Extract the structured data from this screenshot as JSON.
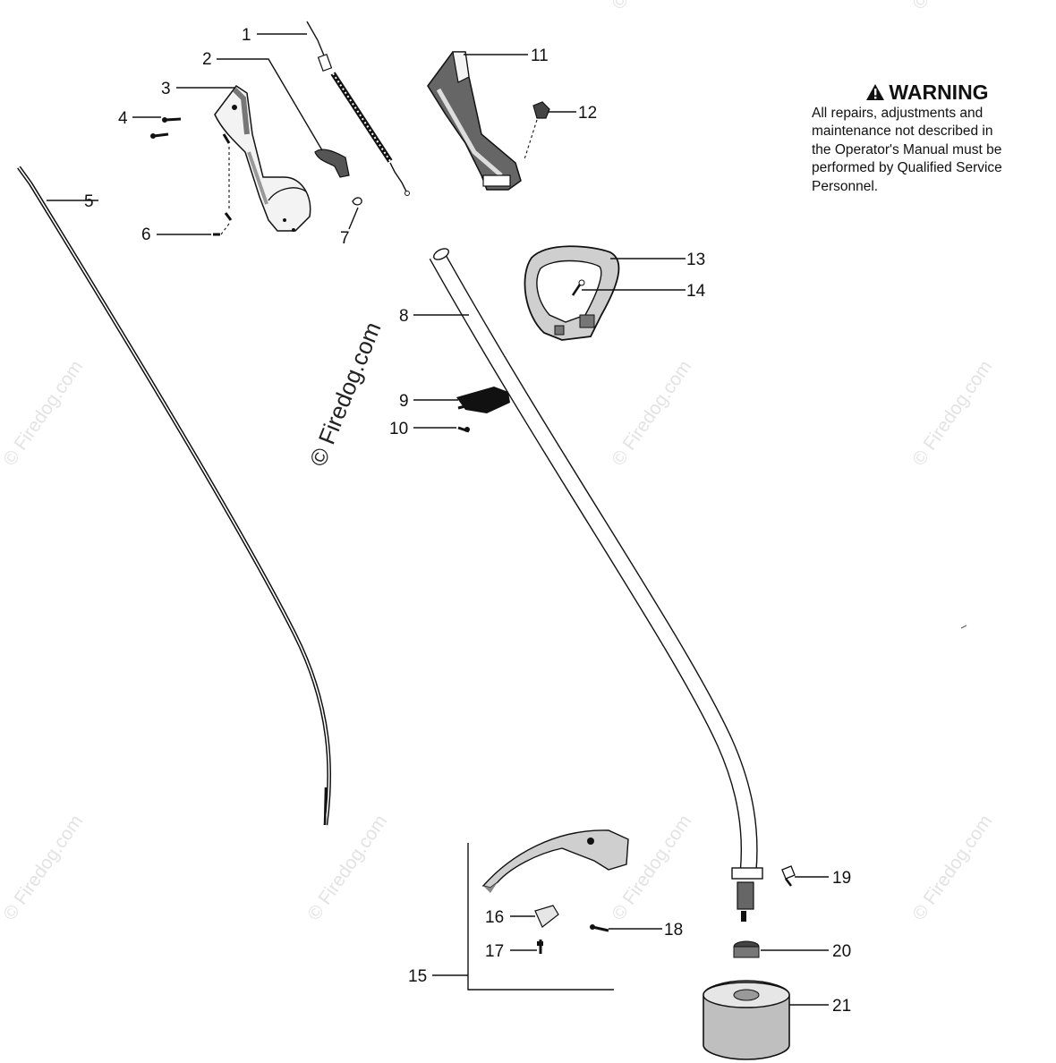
{
  "watermark": {
    "main": "© Firedog.com",
    "tile": "© Firedog.com"
  },
  "warning": {
    "icon": "warning-triangle-icon",
    "title": "WARNING",
    "lines": [
      "All repairs, adjustments and",
      "maintenance not described in",
      "the Operator's Manual must be",
      "performed by Qualified Service",
      "Personnel."
    ]
  },
  "callouts": {
    "c1": "1",
    "c2": "2",
    "c3": "3",
    "c4": "4",
    "c5": "5",
    "c6": "6",
    "c7": "7",
    "c8": "8",
    "c9": "9",
    "c10": "10",
    "c11": "11",
    "c12": "12",
    "c13": "13",
    "c14": "14",
    "c15": "15",
    "c16": "16",
    "c17": "17",
    "c18": "18",
    "c19": "19",
    "c20": "20",
    "c21": "21"
  },
  "colors": {
    "line": "#111111",
    "watermark": "#e3e3e3",
    "part_fill": "#ececec"
  }
}
